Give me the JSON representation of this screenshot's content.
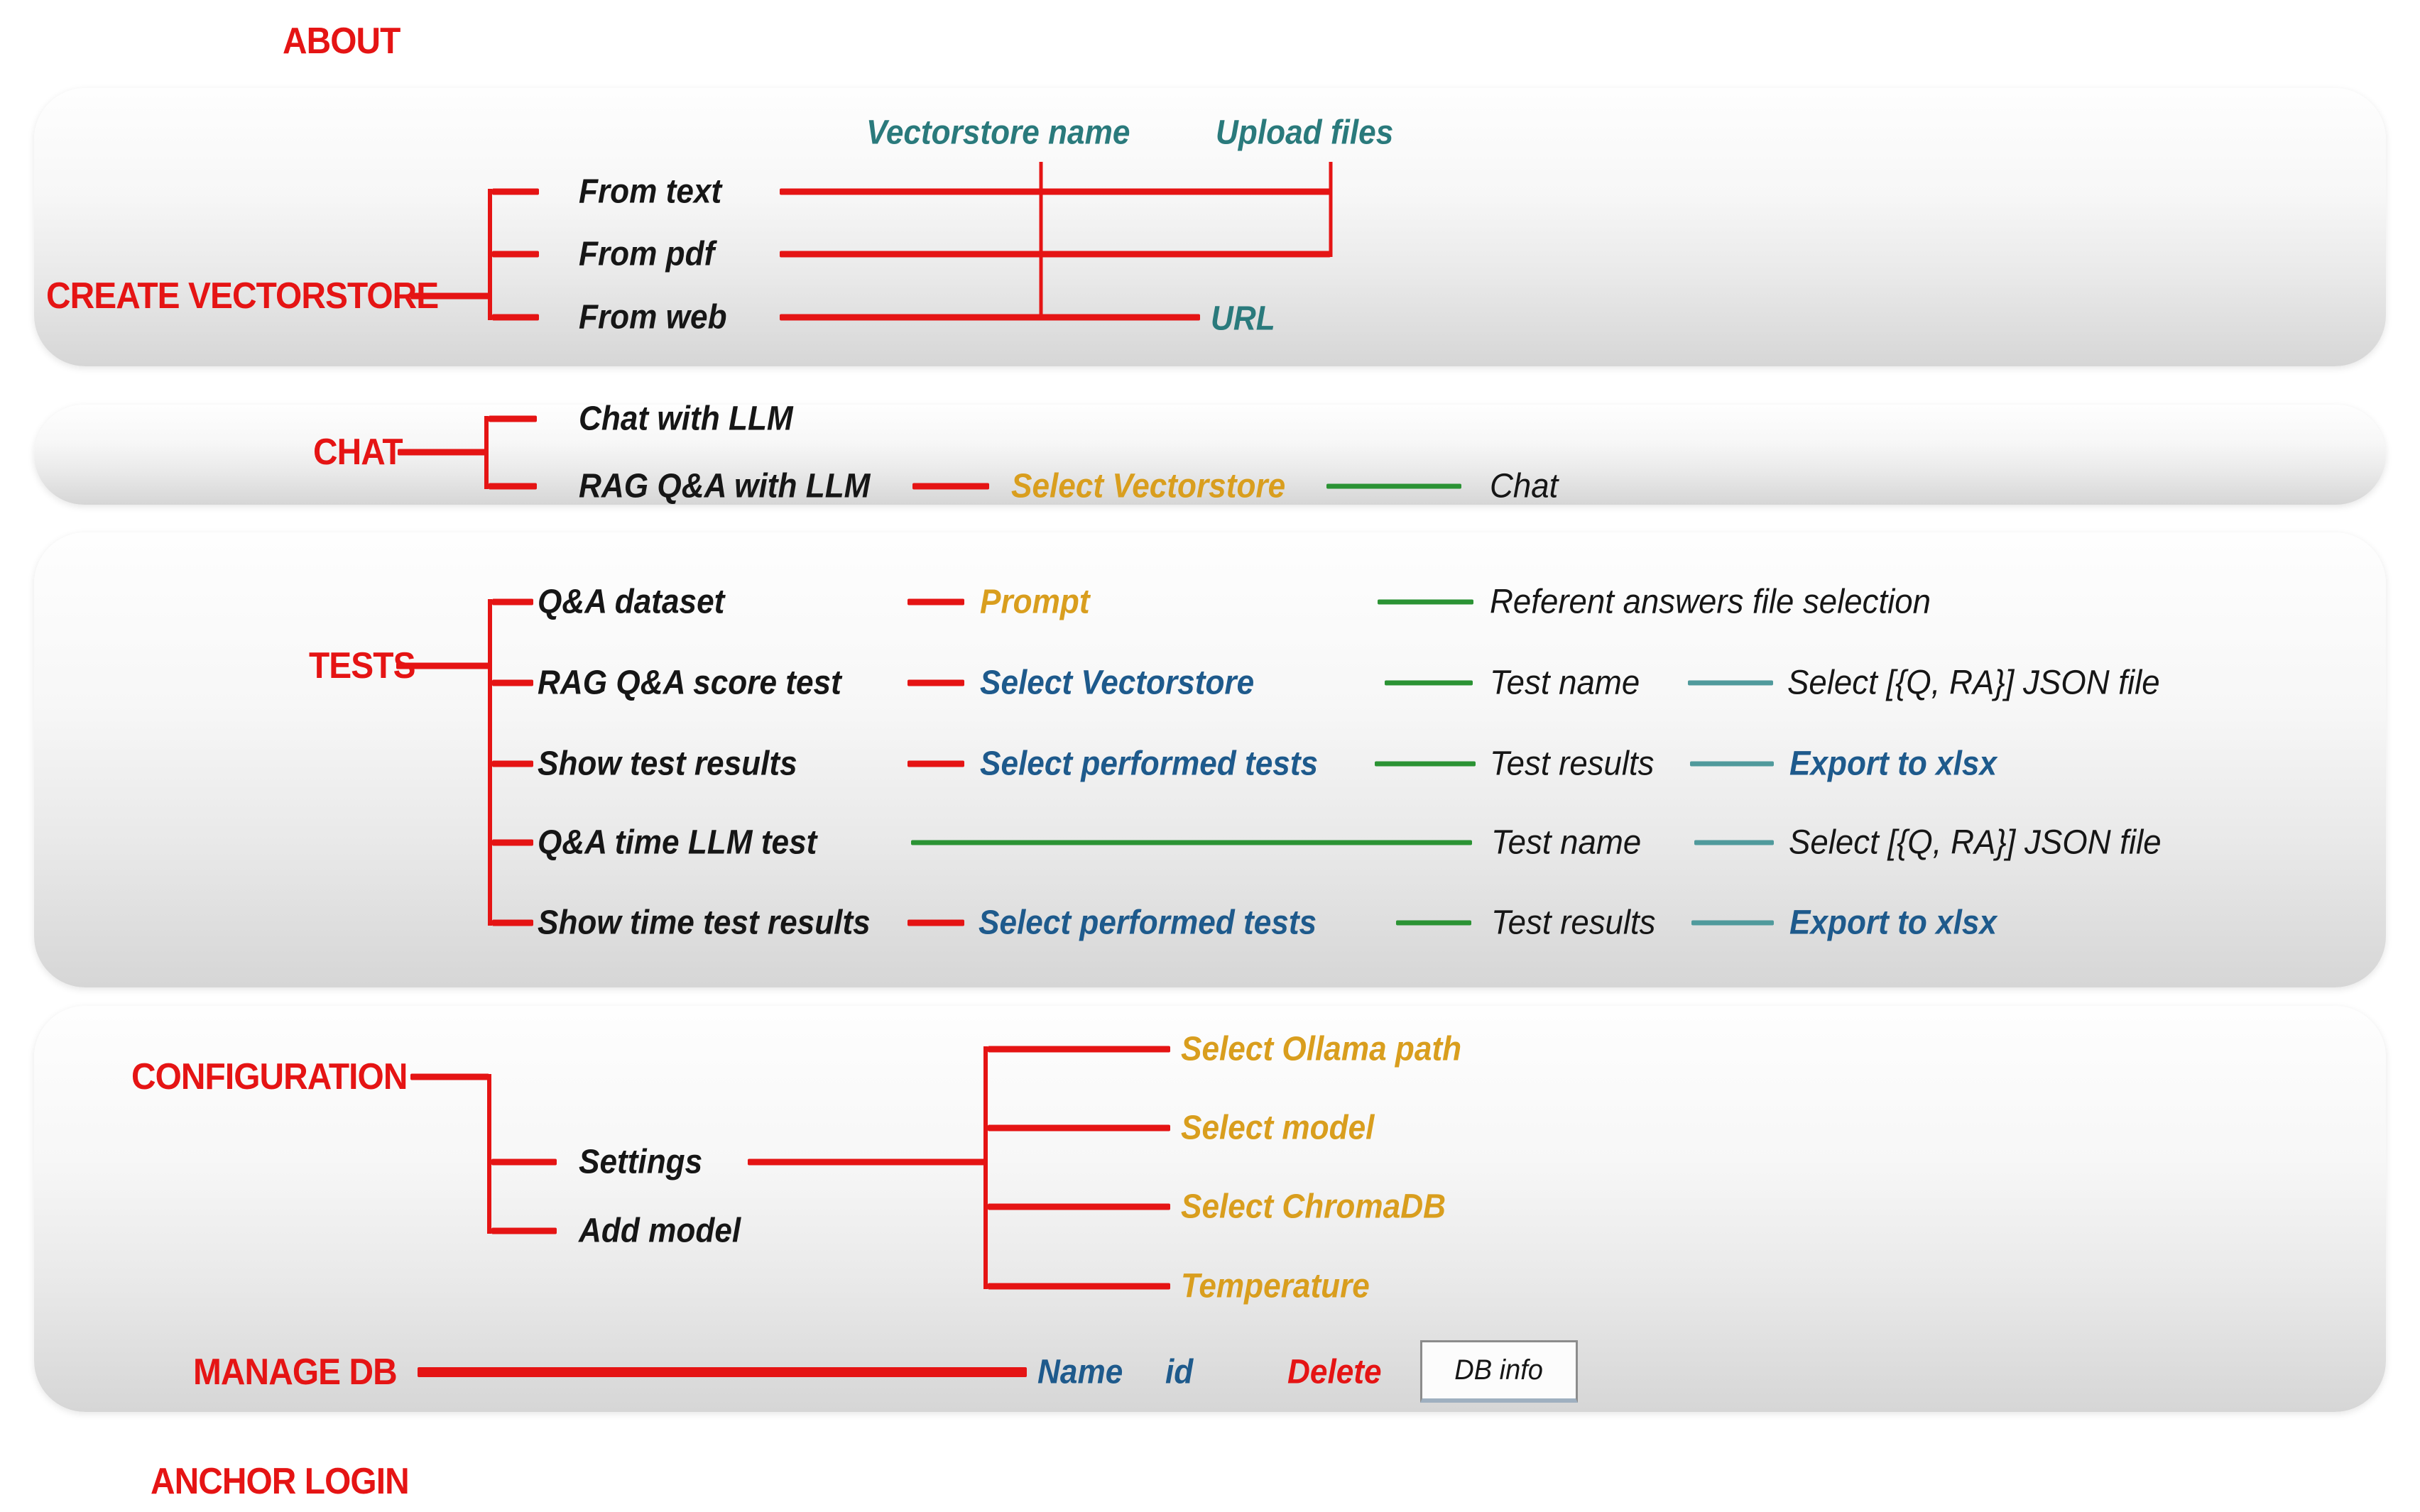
{
  "colors": {
    "red": "#e51414",
    "teal": "#2a7a7c",
    "gold": "#d99e1e",
    "blue": "#1e5a8c",
    "green": "#2b9334",
    "steel": "#509a9c",
    "ink": "#161616"
  },
  "about": {
    "label": "ABOUT"
  },
  "create_vectorstore": {
    "heading": "CREATE VECTORSTORE",
    "col_vectorstore_name": "Vectorstore name",
    "col_upload_files": "Upload files",
    "from_text": "From text",
    "from_pdf": "From pdf",
    "from_web": "From web",
    "url": "URL"
  },
  "chat": {
    "heading": "CHAT",
    "chat_with_llm": "Chat with LLM",
    "rag_qa_with_llm": "RAG Q&A with LLM",
    "select_vectorstore": "Select Vectorstore",
    "chat_action": "Chat"
  },
  "tests": {
    "heading": "TESTS",
    "qa_dataset": "Q&A dataset",
    "prompt": "Prompt",
    "referent_answers": "Referent answers file selection",
    "rag_qa_score_test": "RAG Q&A score test",
    "select_vectorstore": "Select Vectorstore",
    "test_name": "Test name",
    "select_json_file": "Select [{Q, RA}] JSON file",
    "show_test_results": "Show test results",
    "select_performed_tests": "Select performed tests",
    "test_results": "Test results",
    "export_to_xlsx": "Export to xlsx",
    "qa_time_llm_test": "Q&A time LLM test",
    "show_time_test_results": "Show time test results"
  },
  "configuration": {
    "heading": "CONFIGURATION",
    "settings": "Settings",
    "add_model": "Add model",
    "select_ollama_path": "Select Ollama path",
    "select_model": "Select model",
    "select_chromadb": "Select ChromaDB",
    "temperature": "Temperature"
  },
  "manage_db": {
    "heading": "MANAGE DB",
    "name": "Name",
    "id": "id",
    "delete": "Delete",
    "db_info": "DB info"
  },
  "anchor_login": {
    "label": "ANCHOR LOGIN"
  }
}
